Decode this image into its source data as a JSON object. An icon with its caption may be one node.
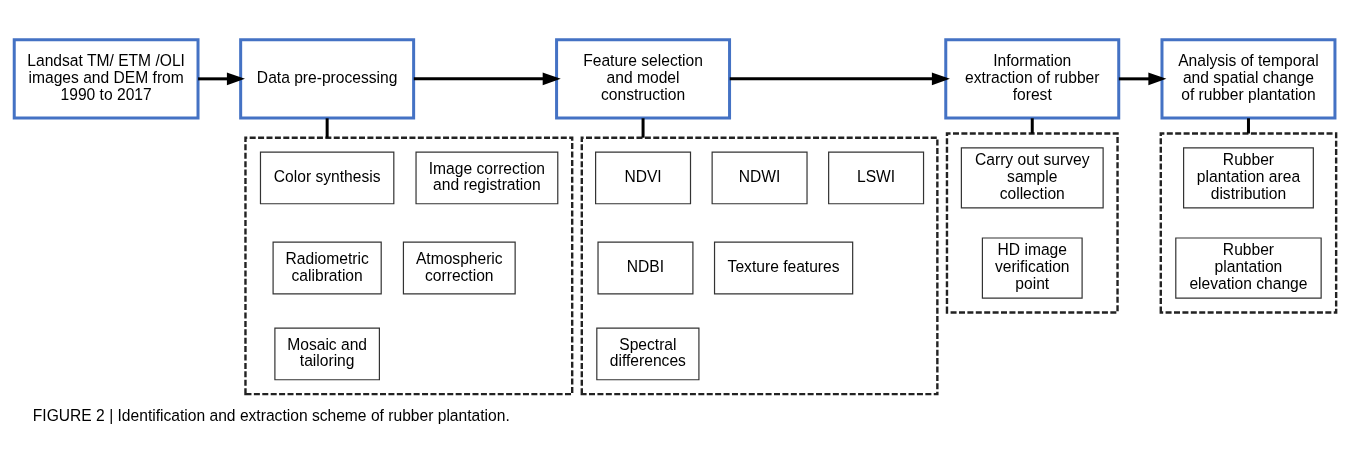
{
  "diagram": {
    "caption": "FIGURE 2 | Identification and extraction scheme of rubber plantation.",
    "nodes": [
      {
        "text": [
          "Landsat TM/ ETM /OLI images and DEM from 1990 to 2017"
        ]
      },
      {
        "text": [
          "Data pre-processing"
        ]
      },
      {
        "text": [
          "Feature selection and model construction"
        ]
      },
      {
        "text": [
          "Information extraction of rubber forest"
        ]
      },
      {
        "text": [
          "Analysis of temporal and spatial change of rubber plantation"
        ]
      },
      {
        "text": [],
        "shape": "box"
      },
      {
        "text": [
          "Color synthesis"
        ],
        "in": 5
      },
      {
        "text": [
          "Image correction and registration"
        ],
        "in": 5
      },
      {
        "text": [
          "Radiometric calibration"
        ],
        "in": 5
      },
      {
        "text": [
          "Mosaic and tailoring"
        ],
        "in": 5
      },
      {
        "text": [
          "Atmospheric correction"
        ],
        "in": 5
      },
      {
        "text": [],
        "shape": "box"
      },
      {
        "text": [
          "NDVI"
        ],
        "in": 11
      },
      {
        "text": [
          "NDWI"
        ],
        "in": 11
      },
      {
        "text": [
          "LSWI"
        ],
        "in": 11
      },
      {
        "text": [
          "NDBI"
        ],
        "in": 11
      },
      {
        "text": [
          "Texture features"
        ],
        "in": 11
      },
      {
        "text": [
          "Spectral differences"
        ],
        "in": 11
      },
      {
        "text": [],
        "shape": "box"
      },
      {
        "text": [
          "Carry out survey sample collection"
        ],
        "in": 18
      },
      {
        "text": [
          "HD image verification point"
        ],
        "in": 18
      },
      {
        "text": [],
        "shape": "box"
      },
      {
        "text": [
          "Rubber plantation area distribution"
        ],
        "in": 21
      },
      {
        "text": [
          "Rubber plantation elevation change"
        ],
        "in": 21
      }
    ],
    "edges": [
      {
        "from": 0,
        "to": 1,
        "arrow": "to"
      },
      {
        "from": 1,
        "to": 2,
        "arrow": "to"
      },
      {
        "from": 2,
        "to": 3,
        "arrow": "to"
      },
      {
        "from": 3,
        "to": 4,
        "arrow": "to"
      },
      {
        "from": 1,
        "to": 5,
        "arrow": "none"
      },
      {
        "from": 2,
        "to": 11,
        "arrow": "none"
      },
      {
        "from": 3,
        "to": 18,
        "arrow": "none"
      },
      {
        "from": 4,
        "to": 21,
        "arrow": "none"
      }
    ]
  }
}
